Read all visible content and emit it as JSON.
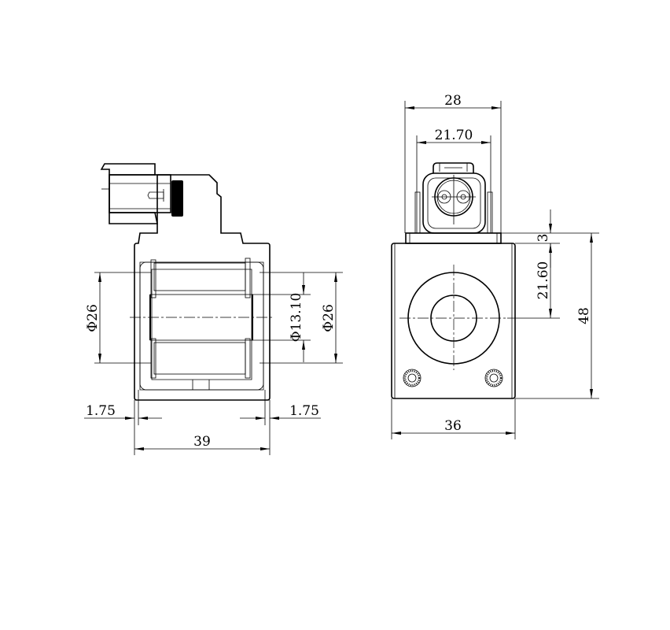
{
  "drawing": {
    "side_view": {
      "dim_outer_diameter_left": "Φ26",
      "dim_bore_diameter": "Φ13.10",
      "dim_outer_diameter_right": "Φ26",
      "dim_wall_left": "1.75",
      "dim_wall_right": "1.75",
      "dim_length": "39"
    },
    "front_view": {
      "dim_top_width": "28",
      "dim_connector_width": "21.70",
      "dim_flange_height": "3",
      "dim_center_height": "21.60",
      "dim_total_height": "48",
      "dim_body_width": "36"
    }
  }
}
